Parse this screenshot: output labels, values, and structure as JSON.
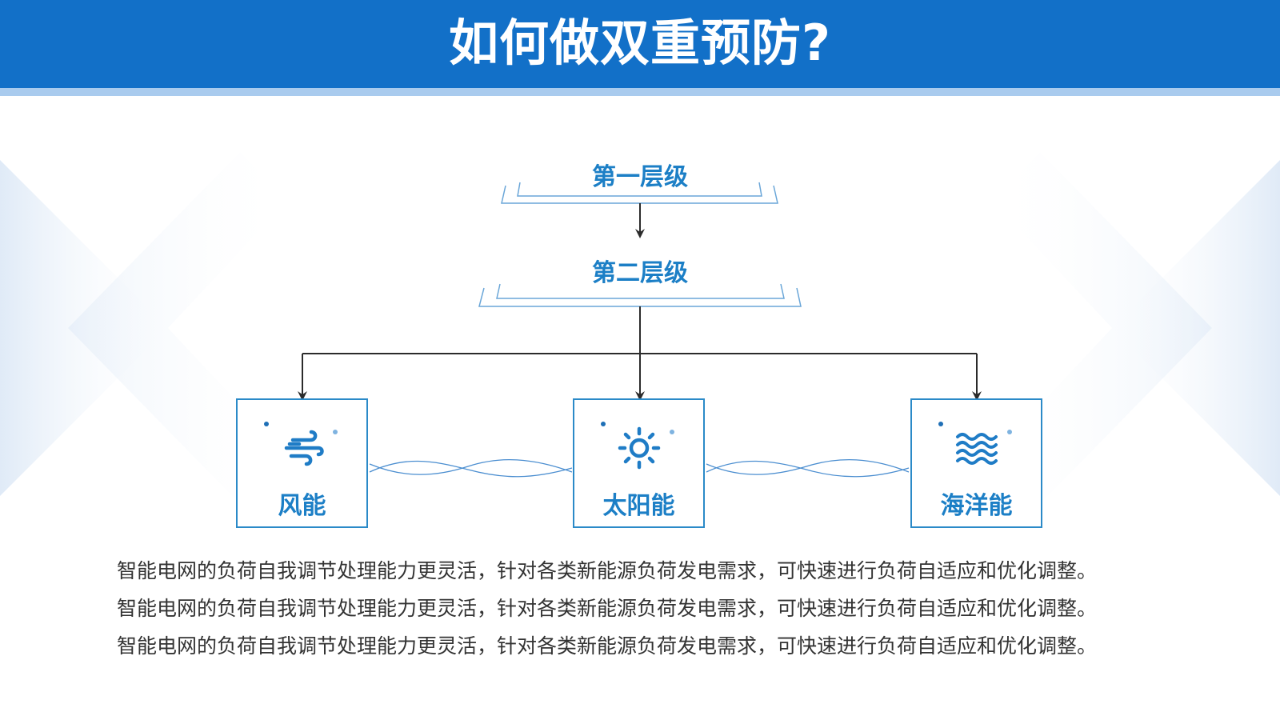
{
  "header": {
    "title": "如何做双重预防?"
  },
  "diagram": {
    "level1": "第一层级",
    "level2": "第二层级",
    "boxes": [
      {
        "label": "风能",
        "icon": "wind-icon"
      },
      {
        "label": "太阳能",
        "icon": "sun-icon"
      },
      {
        "label": "海洋能",
        "icon": "waves-icon"
      }
    ]
  },
  "description": {
    "lines": [
      "智能电网的负荷自我调节处理能力更灵活，针对各类新能源负荷发电需求，可快速进行负荷自适应和优化调整。",
      "智能电网的负荷自我调节处理能力更灵活，针对各类新能源负荷发电需求，可快速进行负荷自适应和优化调整。",
      "智能电网的负荷自我调节处理能力更灵活，针对各类新能源负荷发电需求，可快速进行负荷自适应和优化调整。"
    ]
  },
  "colors": {
    "header": "#1270c8",
    "header_strip": "#a9cbee",
    "accent": "#1c7fc6",
    "line": "#2b2b2b"
  }
}
